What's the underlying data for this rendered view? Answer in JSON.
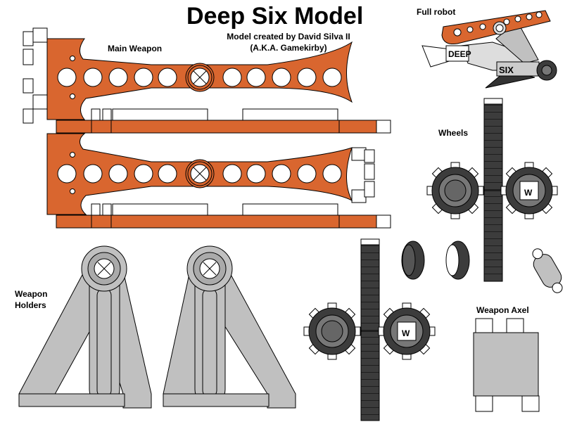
{
  "title": "Deep Six Model",
  "credit_line1": "Model created by David Silva II",
  "credit_line2": "(A.K.A. Gamekirby)",
  "labels": {
    "main_weapon": "Main Weapon",
    "full_robot": "Full robot",
    "wheels": "Wheels",
    "weapon_holders_line1": "Weapon",
    "weapon_holders_line2": "Holders",
    "weapon_axel": "Weapon Axel"
  },
  "robot_text": {
    "deep": "DEEP",
    "six": "SIX"
  },
  "wheel_mark": "W",
  "colors": {
    "orange": "#d9662f",
    "dark_gray": "#3c3c3c",
    "mid_gray": "#777777",
    "light_gray": "#c0c0c0",
    "outline": "#000000"
  }
}
